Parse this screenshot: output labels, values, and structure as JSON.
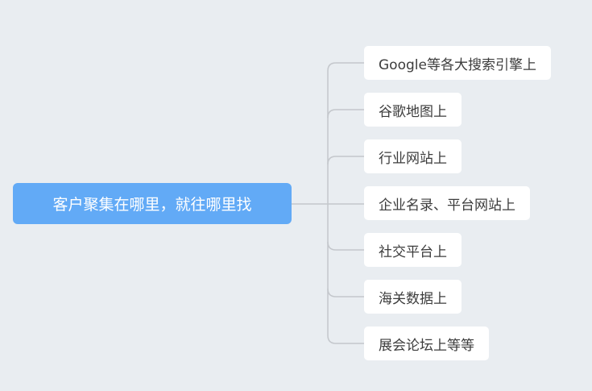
{
  "mindmap": {
    "root": {
      "label": "客户聚集在哪里，就往哪里找"
    },
    "branches": [
      {
        "label": "Google等各大搜索引擎上"
      },
      {
        "label": "谷歌地图上"
      },
      {
        "label": "行业网站上"
      },
      {
        "label": "企业名录、平台网站上"
      },
      {
        "label": "社交平台上"
      },
      {
        "label": "海关数据上"
      },
      {
        "label": "展会论坛上等等"
      }
    ],
    "colors": {
      "root": "#62aaf6",
      "line": "#c4c7cc",
      "background": "#e9edf1"
    }
  }
}
